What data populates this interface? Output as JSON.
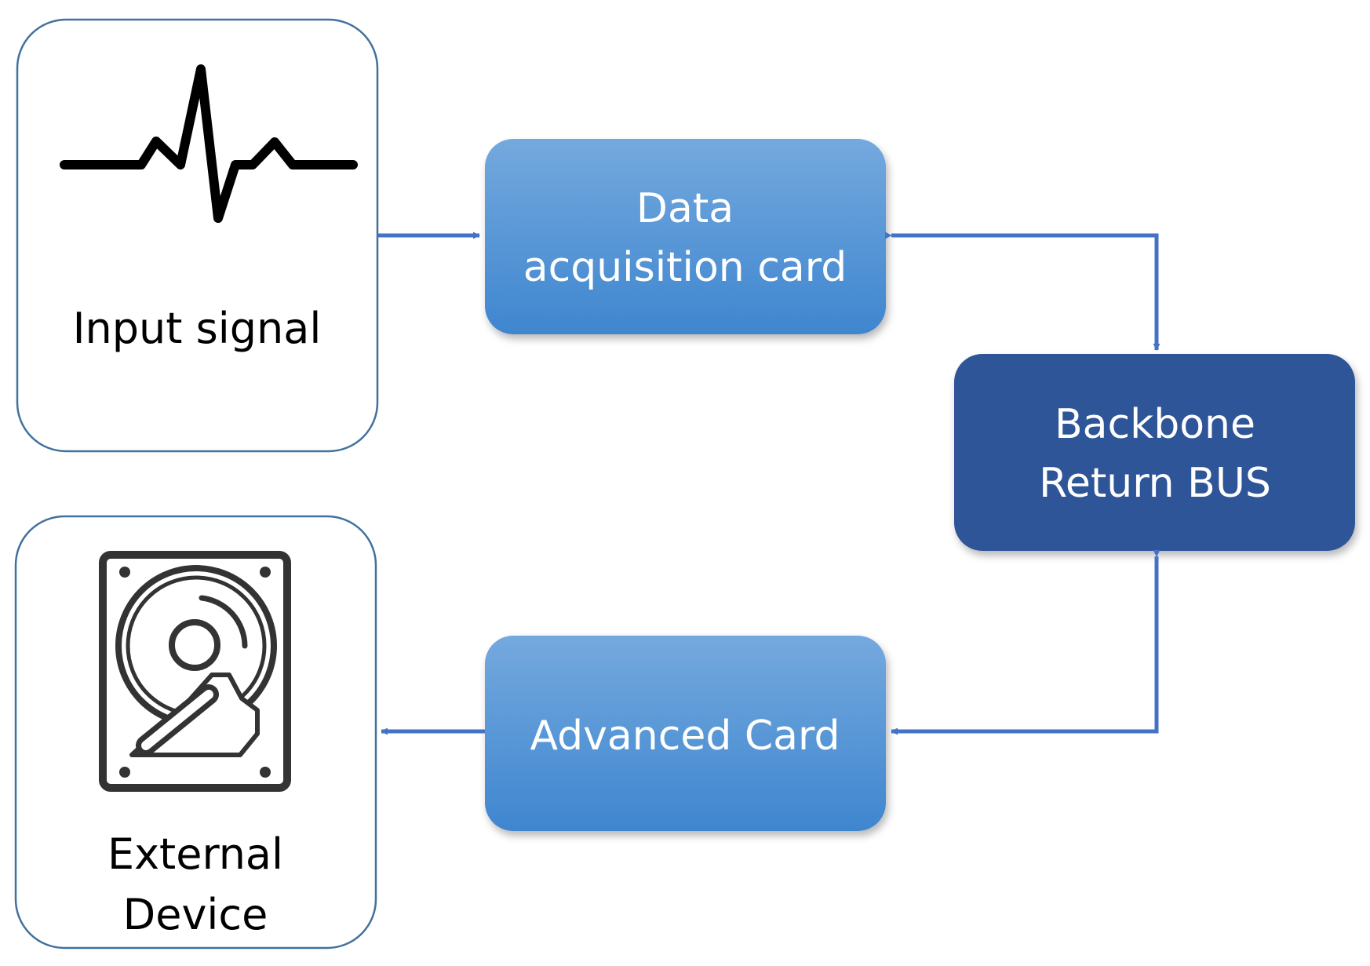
{
  "diagram": {
    "nodes": {
      "input_signal": {
        "label": "Input signal",
        "icon": "heartbeat-icon"
      },
      "data_acquisition": {
        "line1": "Data",
        "line2": "acquisition card"
      },
      "backbone": {
        "line1": "Backbone",
        "line2": "Return BUS"
      },
      "advanced_card": {
        "label": "Advanced Card"
      },
      "external_device": {
        "line1": "External",
        "line2": "Device",
        "icon": "hard-drive-icon"
      }
    },
    "colors": {
      "light_box_top": "#74a9de",
      "light_box_bottom": "#3f86cf",
      "dark_box": "#2f5597",
      "connector": "#4472c4",
      "outline": "#41719c"
    }
  }
}
